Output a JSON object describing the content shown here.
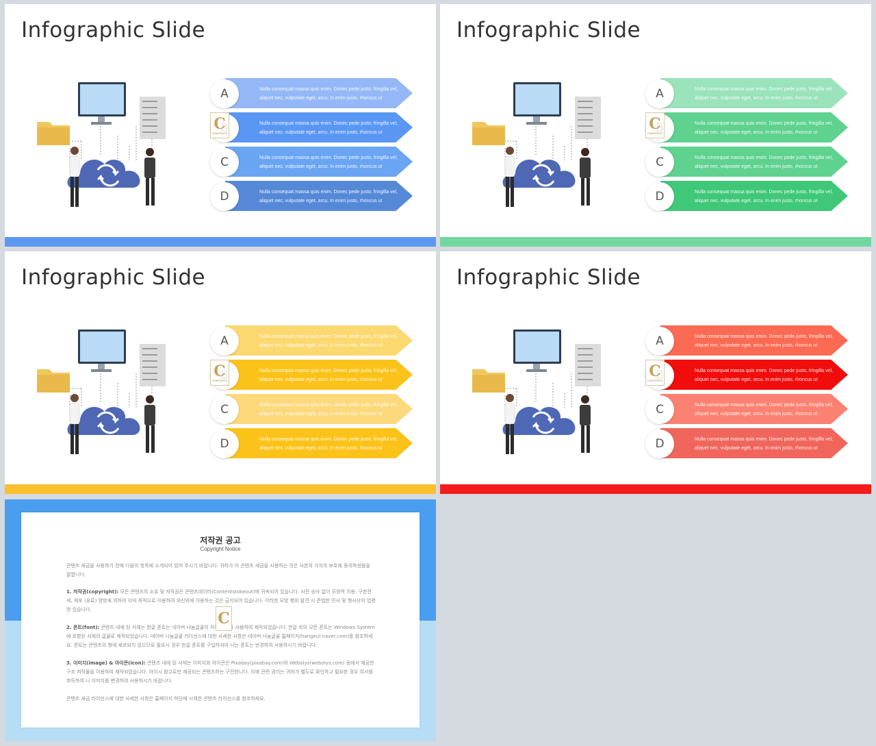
{
  "slides": [
    {
      "title": "Infographic Slide",
      "colors": [
        "#94b8f7",
        "#5a97f4",
        "#6aa5f4",
        "#5589d8"
      ],
      "bar": "#5d98f3",
      "rows": [
        {
          "letter": "A",
          "text": "Nulla consequat massa quis enim. Donec pede justo, fringilla vel, aliquet nec, vulputate eget, arcu. In enim justo, rhoncus ut"
        },
        {
          "letter": "B",
          "text": "Nulla consequat massa quis enim. Donec pede justo, fringilla vel, aliquet nec, vulputate eget, arcu. In enim justo, rhoncus ut"
        },
        {
          "letter": "C",
          "text": "Nulla consequat massa quis enim. Donec pede justo, fringilla vel, aliquet nec, vulputate eget, arcu. In enim justo, rhoncus ut"
        },
        {
          "letter": "D",
          "text": "Nulla consequat massa quis enim. Donec pede justo, fringilla vel, aliquet nec, vulputate eget, arcu. In enim justo, rhoncus ut"
        }
      ]
    },
    {
      "title": "Infographic Slide",
      "colors": [
        "#9ae3bb",
        "#5fd290",
        "#5fd290",
        "#3fc878"
      ],
      "bar": "#72d79f",
      "rows": [
        {
          "letter": "A",
          "text": "Nulla consequat massa quis enim. Donec pede justo, fringilla vel, aliquet nec, vulputate eget, arcu. In enim justo, rhoncus ut"
        },
        {
          "letter": "B",
          "text": "Nulla consequat massa quis enim. Donec pede justo, fringilla vel, aliquet nec, vulputate eget, arcu. In enim justo, rhoncus ut"
        },
        {
          "letter": "C",
          "text": "Nulla consequat massa quis enim. Donec pede justo, fringilla vel, aliquet nec, vulputate eget, arcu. In enim justo, rhoncus ut"
        },
        {
          "letter": "D",
          "text": "Nulla consequat massa quis enim. Donec pede justo, fringilla vel, aliquet nec, vulputate eget, arcu. In enim justo, rhoncus ut"
        }
      ]
    },
    {
      "title": "Infographic Slide",
      "colors": [
        "#fcd870",
        "#fbc31a",
        "#fdd97c",
        "#fbc31a"
      ],
      "bar": "#fbc02d",
      "rows": [
        {
          "letter": "A",
          "text": "Nulla consequat massa quis enim. Donec pede justo, fringilla vel, aliquet nec, vulputate eget, arcu. In enim justo, rhoncus ut"
        },
        {
          "letter": "B",
          "text": "Nulla consequat massa quis enim. Donec pede justo, fringilla vel, aliquet nec, vulputate eget, arcu. In enim justo, rhoncus ut"
        },
        {
          "letter": "C",
          "text": "Nulla consequat massa quis enim. Donec pede justo, fringilla vel, aliquet nec, vulputate eget, arcu. In enim justo, rhoncus ut"
        },
        {
          "letter": "D",
          "text": "Nulla consequat massa quis enim. Donec pede justo, fringilla vel, aliquet nec, vulputate eget, arcu. In enim justo, rhoncus ut"
        }
      ]
    },
    {
      "title": "Infographic Slide",
      "colors": [
        "#fb6a52",
        "#f20d0d",
        "#fb8272",
        "#f0665c"
      ],
      "bar": "#f41c1c",
      "rows": [
        {
          "letter": "A",
          "text": "Nulla consequat massa quis enim. Donec pede justo, fringilla vel, aliquet nec, vulputate eget, arcu. In enim justo, rhoncus ut"
        },
        {
          "letter": "B",
          "text": "Nulla consequat massa quis enim. Donec pede justo, fringilla vel, aliquet nec, vulputate eget, arcu. In enim justo, rhoncus ut"
        },
        {
          "letter": "C",
          "text": "Nulla consequat massa quis enim. Donec pede justo, fringilla vel, aliquet nec, vulputate eget, arcu. In enim justo, rhoncus ut"
        },
        {
          "letter": "D",
          "text": "Nulla consequat massa quis enim. Donec pede justo, fringilla vel, aliquet nec, vulputate eget, arcu. In enim justo, rhoncus ut"
        }
      ]
    }
  ],
  "badge": {
    "letter": "C",
    "text": "CONTENTS"
  },
  "notice": {
    "title": "저작권 공고",
    "subtitle": "Copyright Notice",
    "intro": "콘텐츠 세금을 사용하기 전에 다음의 항목에 소개되어 있어 주시기 바랍니다. 귀하가 이 콘텐츠 세금을 사용하는 것은 사본의 가지의 보호에 동의하셨음을 말합니다.",
    "p1_label": "1. 저작권(copyright):",
    "p1_text": "모든 콘텐츠의 소유 및 저작권은 콘텐츠데이터(Contentstokeout)에 귀속되어 있습니다. 사전 승낙 없이 모방적 이용, 구한전세, 재포 (유료) 양방에 의하여 이익 목적으로 이용하여 외신외에 이용하는 것은 금지되어 있습니다. 이러한 모방 행위 발견 시 준법한 민사 및 형사상의 법령 방 있습니다.",
    "p2_label": "2. 폰트(font):",
    "p2_text": "콘텐츠 내에 된 서체는 한글 폰트는 네이버 나눔글꼴의 저작된 것을 사용하여 제작되었습니다. 한글 외의 모든 폰트는 Windows System에 포함된 서체의 글꼴로 제작되었습니다. 네이버 나눔글꼴 라이선스에 대한 사세한 사항은 네이버 나눔글꼴 홈페이지(hangeul.naver.com)를 참조하세요. 폰트는 콘텐츠의 형에 세포되지 않으므로 필요시 경우 한글 폰트를 구입하셔야 니는 폰트는 번경하여 사용하시기 바랍니다.",
    "p3_label": "3. 이미지(image) & 아이콘(icon):",
    "p3_text": "콘텐츠 내에 된 서체는 이미지와 아이콘은 Pixabay(pixabay.com)와 Webolys(webolys.com) 등에서 제공한 구조 저작물을 이용하여 제작되었습니다. 아이시 참고로만 제공되는 콘텐츠하는 구전한니다. 이에 관련 권리는 귀하가 별도로 확인하고 필요한 경우 여서를 취득하여 니 이미지를 변경하여 사용하시기 바랍니다.",
    "outro": "콘텐츠 세금 라이선스에 대한 사세한 사항은 홈페이지 하단에 시재한 콘텐츠 라이선스를 참조하세요."
  }
}
